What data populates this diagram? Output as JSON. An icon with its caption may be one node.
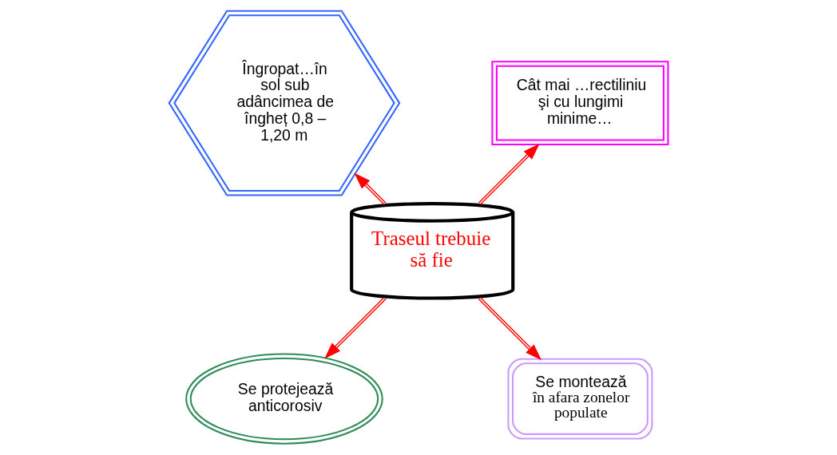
{
  "diagram": {
    "nodes": [
      {
        "text": [
          "Traseul trebuie să fie"
        ]
      },
      {
        "text": [
          "Cât mai …rectiliniu şi cu lungimi minime…"
        ]
      },
      {
        "text": [
          "Îngropat…în sol sub adâncimea de îngheț 0,8 – 1,20 m"
        ]
      },
      {
        "text": [
          "Se protejează anticorosiv"
        ]
      },
      {
        "text": [
          "Se montează",
          "în afara zonelor populate"
        ]
      }
    ],
    "edges": [
      {
        "from": 0,
        "to": 1,
        "arrow": "to"
      },
      {
        "from": 0,
        "to": 2,
        "arrow": "to"
      },
      {
        "from": 0,
        "to": 3,
        "arrow": "to"
      },
      {
        "from": 0,
        "to": 4,
        "arrow": "to"
      }
    ]
  }
}
